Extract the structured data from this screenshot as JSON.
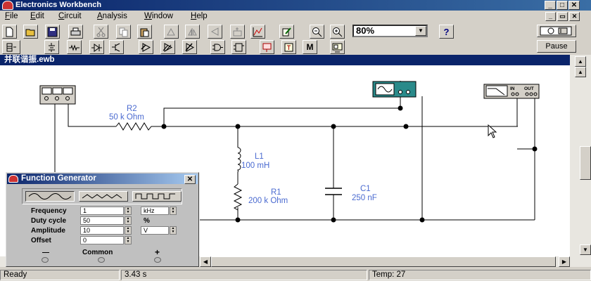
{
  "app": {
    "title": "Electronics Workbench"
  },
  "menu": {
    "items": [
      {
        "label": "File",
        "u": "F",
        "rest": "ile"
      },
      {
        "label": "Edit",
        "u": "E",
        "rest": "dit"
      },
      {
        "label": "Circuit",
        "u": "C",
        "rest": "ircuit"
      },
      {
        "label": "Analysis",
        "u": "A",
        "rest": "nalysis"
      },
      {
        "label": "Window",
        "u": "W",
        "rest": "indow"
      },
      {
        "label": "Help",
        "u": "H",
        "rest": "elp"
      }
    ]
  },
  "toolbar": {
    "zoom_value": "80%",
    "help_label": "?",
    "pause_label": "Pause",
    "instrument_m_label": "M"
  },
  "document": {
    "title": "并联谐振.ewb"
  },
  "circuit": {
    "r2": {
      "name": "R2",
      "value": "50 k Ohm"
    },
    "l1": {
      "name": "L1",
      "value": "100 mH"
    },
    "r1": {
      "name": "R1",
      "value": "200 k Ohm"
    },
    "c1": {
      "name": "C1",
      "value": "250 nF"
    },
    "bode_in": "IN",
    "bode_out": "OUT"
  },
  "function_generator": {
    "title": "Function Generator",
    "close_label": "✕",
    "fields": [
      {
        "label": "Frequency",
        "value": "1",
        "unit": "kHz",
        "unit_type": "select"
      },
      {
        "label": "Duty cycle",
        "value": "50",
        "unit": "%",
        "unit_type": "text"
      },
      {
        "label": "Amplitude",
        "value": "10",
        "unit": "V",
        "unit_type": "select"
      },
      {
        "label": "Offset",
        "value": "0",
        "unit": "",
        "unit_type": "none"
      }
    ],
    "terminals": {
      "minus": "—",
      "common": "Common",
      "plus": "+"
    }
  },
  "status": {
    "ready": "Ready",
    "time": "3.43 s",
    "temp": "Temp: 27"
  },
  "colors": {
    "title_bar": "#0a246a",
    "component_label": "#4a6ad0",
    "wire": "#000000"
  }
}
